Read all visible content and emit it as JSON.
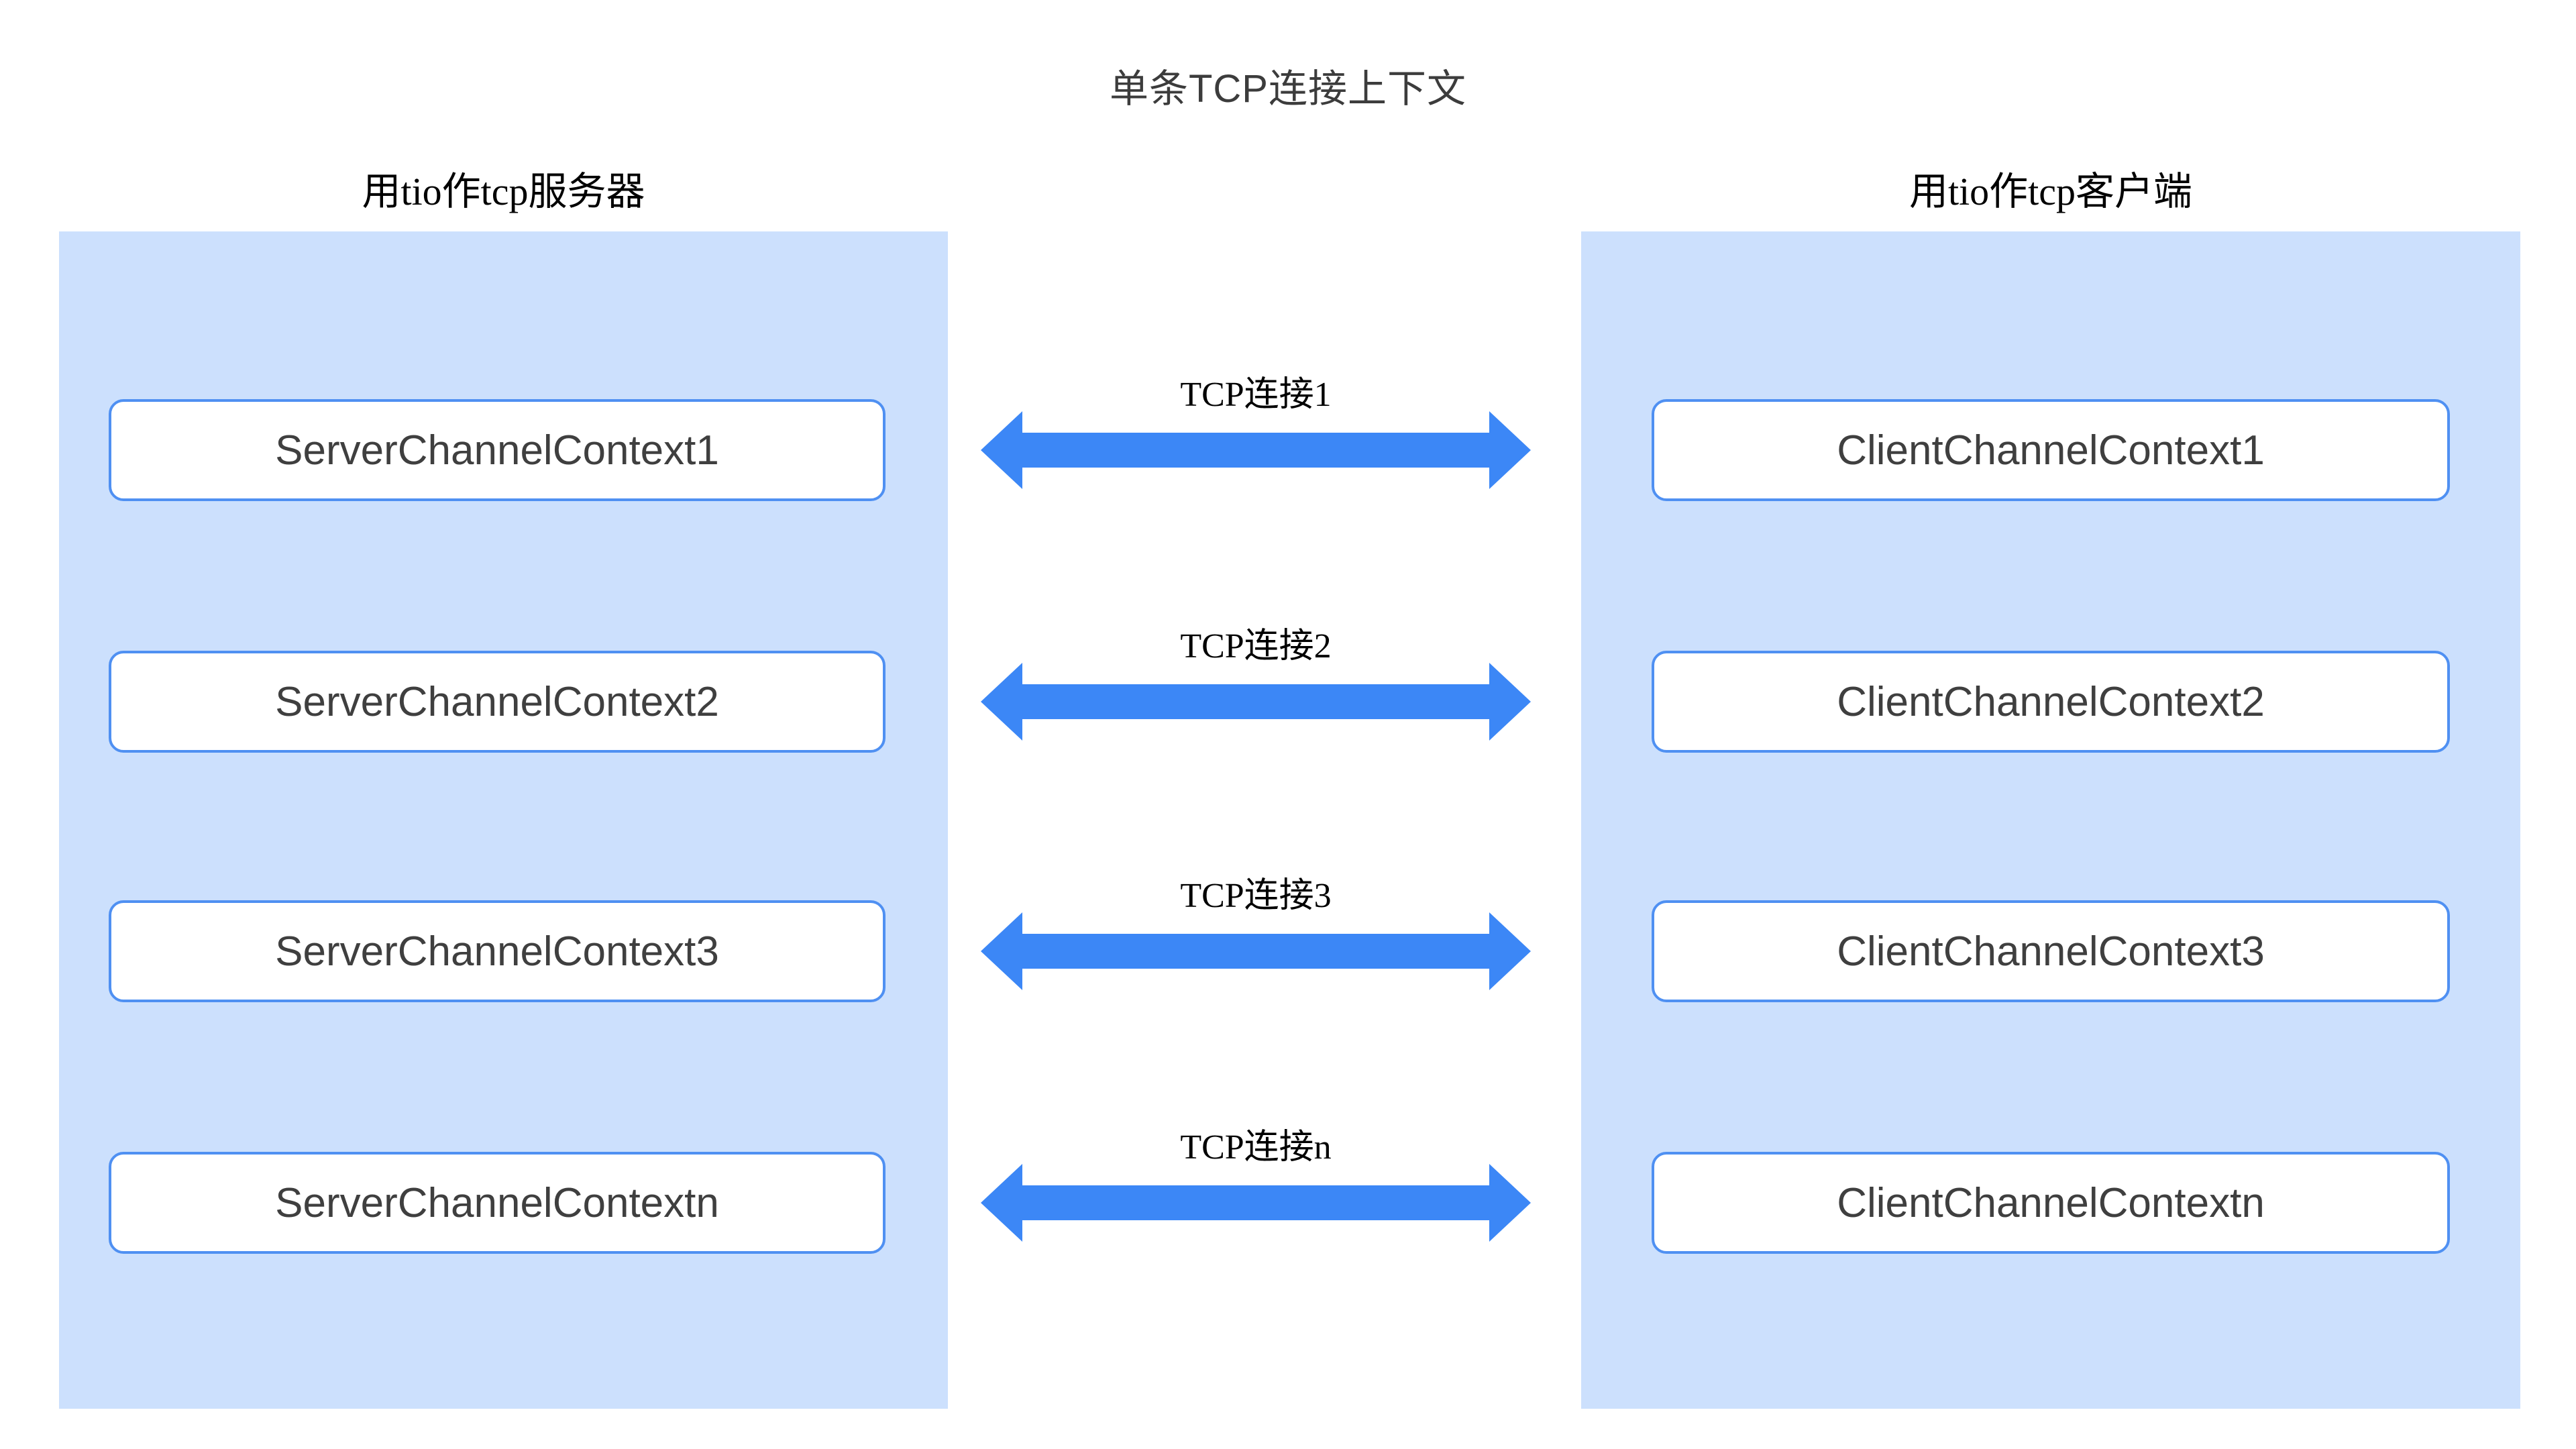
{
  "title": "单条TCP连接上下文",
  "server": {
    "header": "用tio作tcp服务器",
    "boxes": [
      "ServerChannelContext1",
      "ServerChannelContext2",
      "ServerChannelContext3",
      "ServerChannelContextn"
    ]
  },
  "client": {
    "header": "用tio作tcp客户端",
    "boxes": [
      "ClientChannelContext1",
      "ClientChannelContext2",
      "ClientChannelContext3",
      "ClientChannelContextn"
    ]
  },
  "connections": [
    "TCP连接1",
    "TCP连接2",
    "TCP连接3",
    "TCP连接n"
  ],
  "colors": {
    "panel_bg": "#cce0fd",
    "box_border": "#4f90f2",
    "arrow": "#3c87f6",
    "box_text": "#3f3f3f",
    "title_text": "#3c3c3c",
    "header_text": "#000000"
  }
}
